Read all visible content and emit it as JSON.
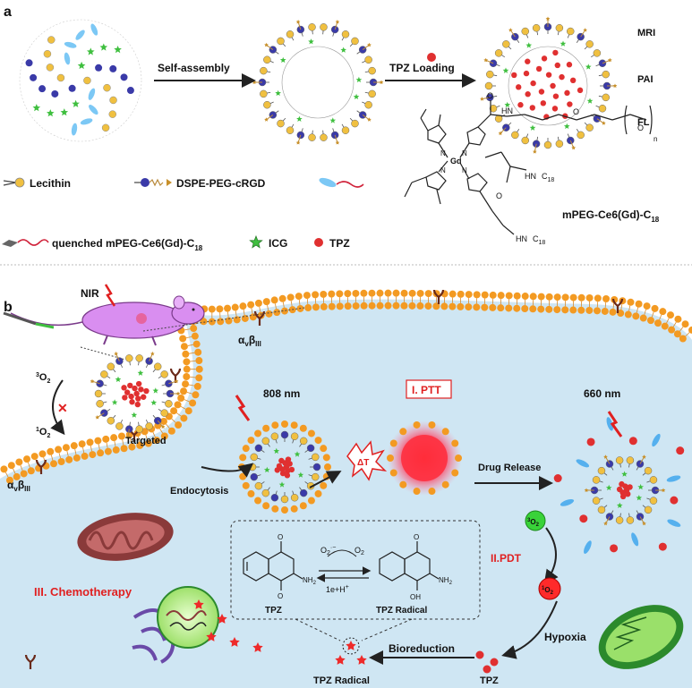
{
  "panel_a": {
    "label": "a",
    "arrow_self_assembly": "Self-assembly",
    "arrow_tpz_loading": "TPZ Loading",
    "imaging": [
      "MRI",
      "PAI",
      "FL"
    ],
    "legend": {
      "lecithin": "Lecithin",
      "dspe": "DSPE-PEG-cRGD",
      "quenched": "quenched mPEG-Ce6(Gd)-C",
      "quenched_sub": "18",
      "icg": "ICG",
      "tpz": "TPZ",
      "mpeg": "mPEG-Ce6(Gd)-C",
      "mpeg_sub": "18"
    },
    "structure": {
      "metal": "Gd",
      "n_label": "N",
      "h_label": "H",
      "c18": "C",
      "c18_sub": "18",
      "o_label": "O",
      "n_sub": "n"
    }
  },
  "panel_b": {
    "label": "b",
    "nir": "NIR",
    "integrin_top": "α",
    "integrin_sub_v": "v",
    "integrin_beta": "β",
    "integrin_sub_iii": "III",
    "o2_triplet": "O",
    "o2_triplet_sup": "3",
    "o2_triplet_sub": "2",
    "o2_singlet": "O",
    "o2_singlet_sup": "1",
    "o2_singlet_sub": "2",
    "targeted": "Targeted",
    "laser_808": "808 nm",
    "laser_660": "660 nm",
    "ptt": "I. PTT",
    "pdt": "II.PDT",
    "chemo": "III. Chemotherapy",
    "endocytosis": "Endocytosis",
    "drug_release": "Drug Release",
    "delta_t": "ΔT",
    "hypoxia": "Hypoxia",
    "bioreduction": "Bioreduction",
    "tpz_small": "TPZ",
    "tpz_radical_bottom": "TPZ Radical",
    "mechanism": {
      "left_label": "TPZ",
      "right_label": "TPZ  Radical",
      "reaction_top_left": "O",
      "reaction_top_right": "O",
      "reaction_top_sub": "2",
      "reaction_bottom": "1e",
      "reaction_bottom_rest": "+H",
      "nh2": "NH",
      "nh2_sub": "2",
      "oh": "OH",
      "o_atom": "O",
      "n_atom": "N"
    }
  },
  "colors": {
    "membrane_head": "#f39a22",
    "cell_fill": "#cfe6f3",
    "lecithin": "#f0c040",
    "dspe": "#3a3aa8",
    "icg": "#3fbf3f",
    "tpz": "#e03030",
    "quenched_tail": "#d0223a",
    "ptt_red": "#ee2a2a",
    "mito": "#8a3a3a",
    "chloro": "#2c8a2c",
    "er": "#6a4aa8",
    "blue_wave": "#55b0ee"
  }
}
